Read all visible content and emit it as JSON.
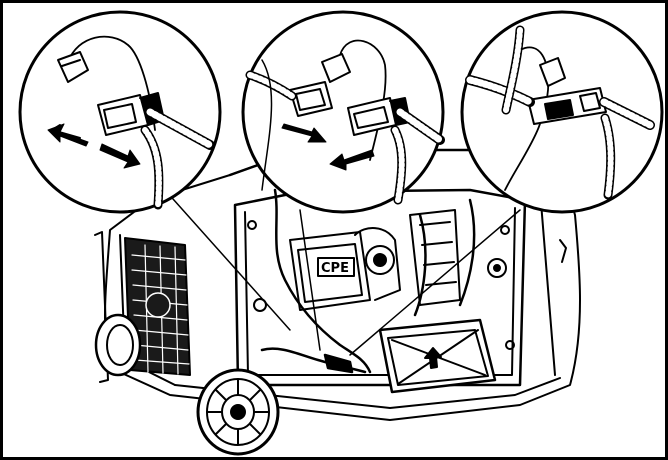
{
  "illustration": {
    "engine_label": "CPE"
  },
  "steps": [
    {
      "name": "disconnect",
      "arrows": "outward"
    },
    {
      "name": "connect",
      "arrows": "inward"
    },
    {
      "name": "connected",
      "arrows": "none"
    }
  ],
  "colors": {
    "line": "#000000",
    "background": "#ffffff",
    "grille": "#1a1a1a"
  }
}
